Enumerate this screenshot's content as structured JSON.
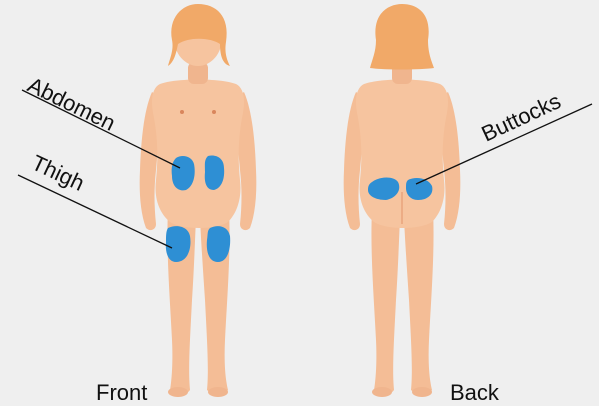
{
  "labels": {
    "abdomen": "Abdomen",
    "thigh": "Thigh",
    "buttocks": "Buttocks",
    "front": "Front",
    "back": "Back"
  },
  "colors": {
    "background": "#efefef",
    "skin": "#f6c49f",
    "skin_shadow": "#e9a57c",
    "hair": "#f1a968",
    "injection_site": "#2e8fd4",
    "text": "#111111"
  },
  "injection_sites": [
    "abdomen",
    "thigh",
    "buttocks"
  ]
}
